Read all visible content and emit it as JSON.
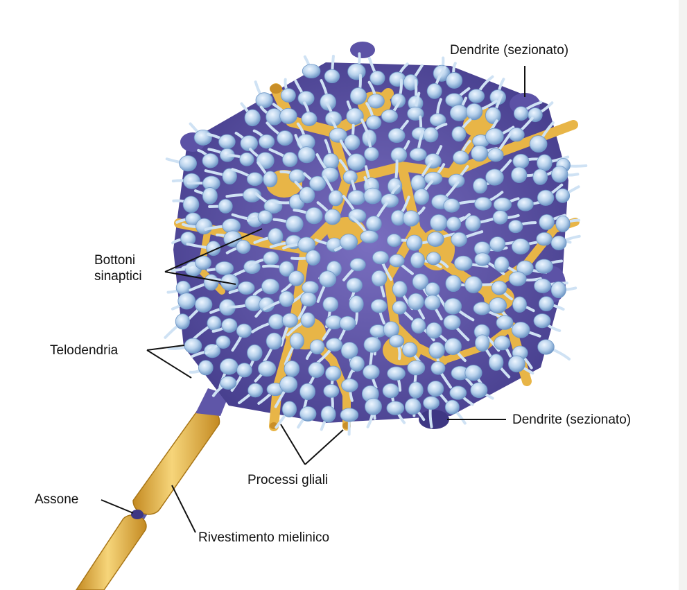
{
  "labels": {
    "dendrite_top": "Dendrite (sezionato)",
    "bottoni": "Bottoni\nsinaptici",
    "telodendria": "Telodendria",
    "dendrite_bottom": "Dendrite (sezionato)",
    "processi": "Processi gliali",
    "assone": "Assone",
    "rivestimento": "Rivestimento mielinico"
  },
  "colors": {
    "bouton": "#b8d2ec",
    "bouton_shade": "#7ea6d2",
    "stalk": "#cfe2f4",
    "glia": "#e8b547",
    "glia_shade": "#c98f28",
    "soma": "#5f56a8",
    "soma_dark": "#3e3783",
    "myelin": "#ecc25a",
    "leader": "#111111"
  }
}
